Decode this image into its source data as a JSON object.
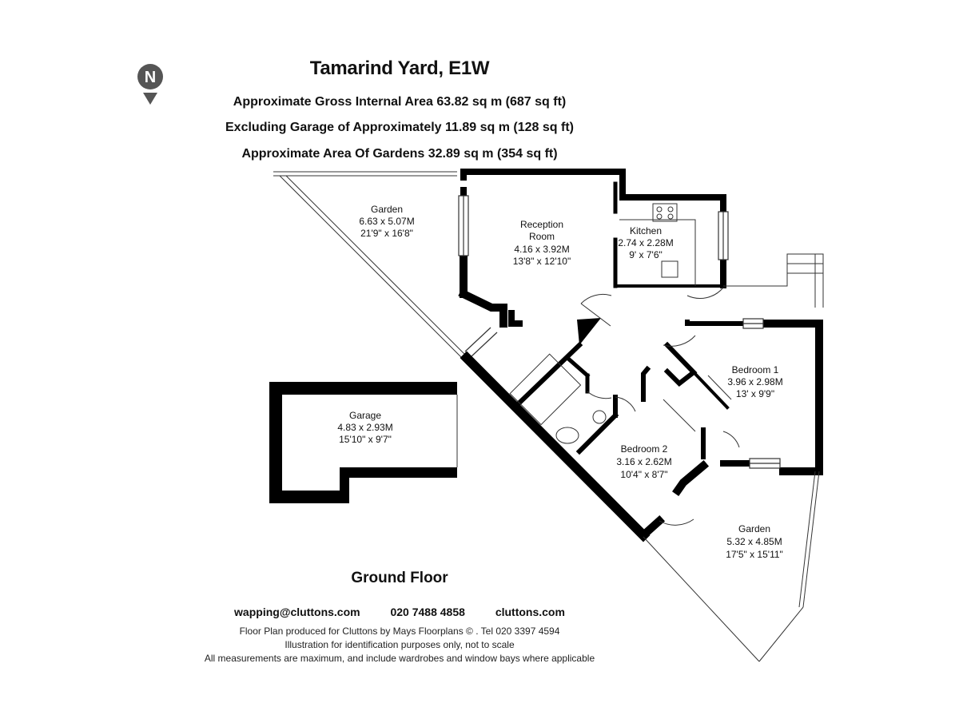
{
  "header": {
    "title": "Tamarind Yard, E1W",
    "gross_area": "Approximate Gross Internal Area  63.82 sq m  (687 sq ft)",
    "excluding_garage": "Excluding Garage of Approximately 11.89 sq m  (128 sq ft)",
    "gardens_area": "Approximate Area Of Gardens 32.89 sq m  (354 sq ft)"
  },
  "compass": {
    "letter": "N",
    "icon": "north-compass-icon",
    "color": "#555555"
  },
  "rooms": {
    "garden_north": {
      "name": "Garden",
      "metric": "6.63 x 5.07M",
      "imperial": "21'9\" x 16'8\""
    },
    "reception": {
      "name_line1": "Reception",
      "name_line2": "Room",
      "metric": "4.16 x 3.92M",
      "imperial": "13'8\" x 12'10\""
    },
    "kitchen": {
      "name": "Kitchen",
      "metric": "2.74 x 2.28M",
      "imperial": "9' x 7'6\""
    },
    "bedroom1": {
      "name": "Bedroom 1",
      "metric": "3.96 x 2.98M",
      "imperial": "13' x 9'9\""
    },
    "bedroom2": {
      "name": "Bedroom 2",
      "metric": "3.16 x 2.62M",
      "imperial": "10'4\" x 8'7\""
    },
    "garage": {
      "name": "Garage",
      "metric": "4.83 x 2.93M",
      "imperial": "15'10\" x 9'7\""
    },
    "garden_south": {
      "name": "Garden",
      "metric": "5.32 x 4.85M",
      "imperial": "17'5\" x 15'11\""
    }
  },
  "floor_name": "Ground Floor",
  "contacts": {
    "email": "wapping@cluttons.com",
    "phone": "020 7488 4858",
    "website": "cluttons.com"
  },
  "footer": {
    "line1": "Floor Plan produced for Cluttons by Mays Floorplans  © . Tel 020 3397 4594",
    "line2": "Illustration for identification purposes only, not to scale",
    "line3": "All measurements are maximum, and include wardrobes and window bays where applicable"
  },
  "colors": {
    "wall": "#000000",
    "line": "#333333",
    "background": "#ffffff"
  }
}
